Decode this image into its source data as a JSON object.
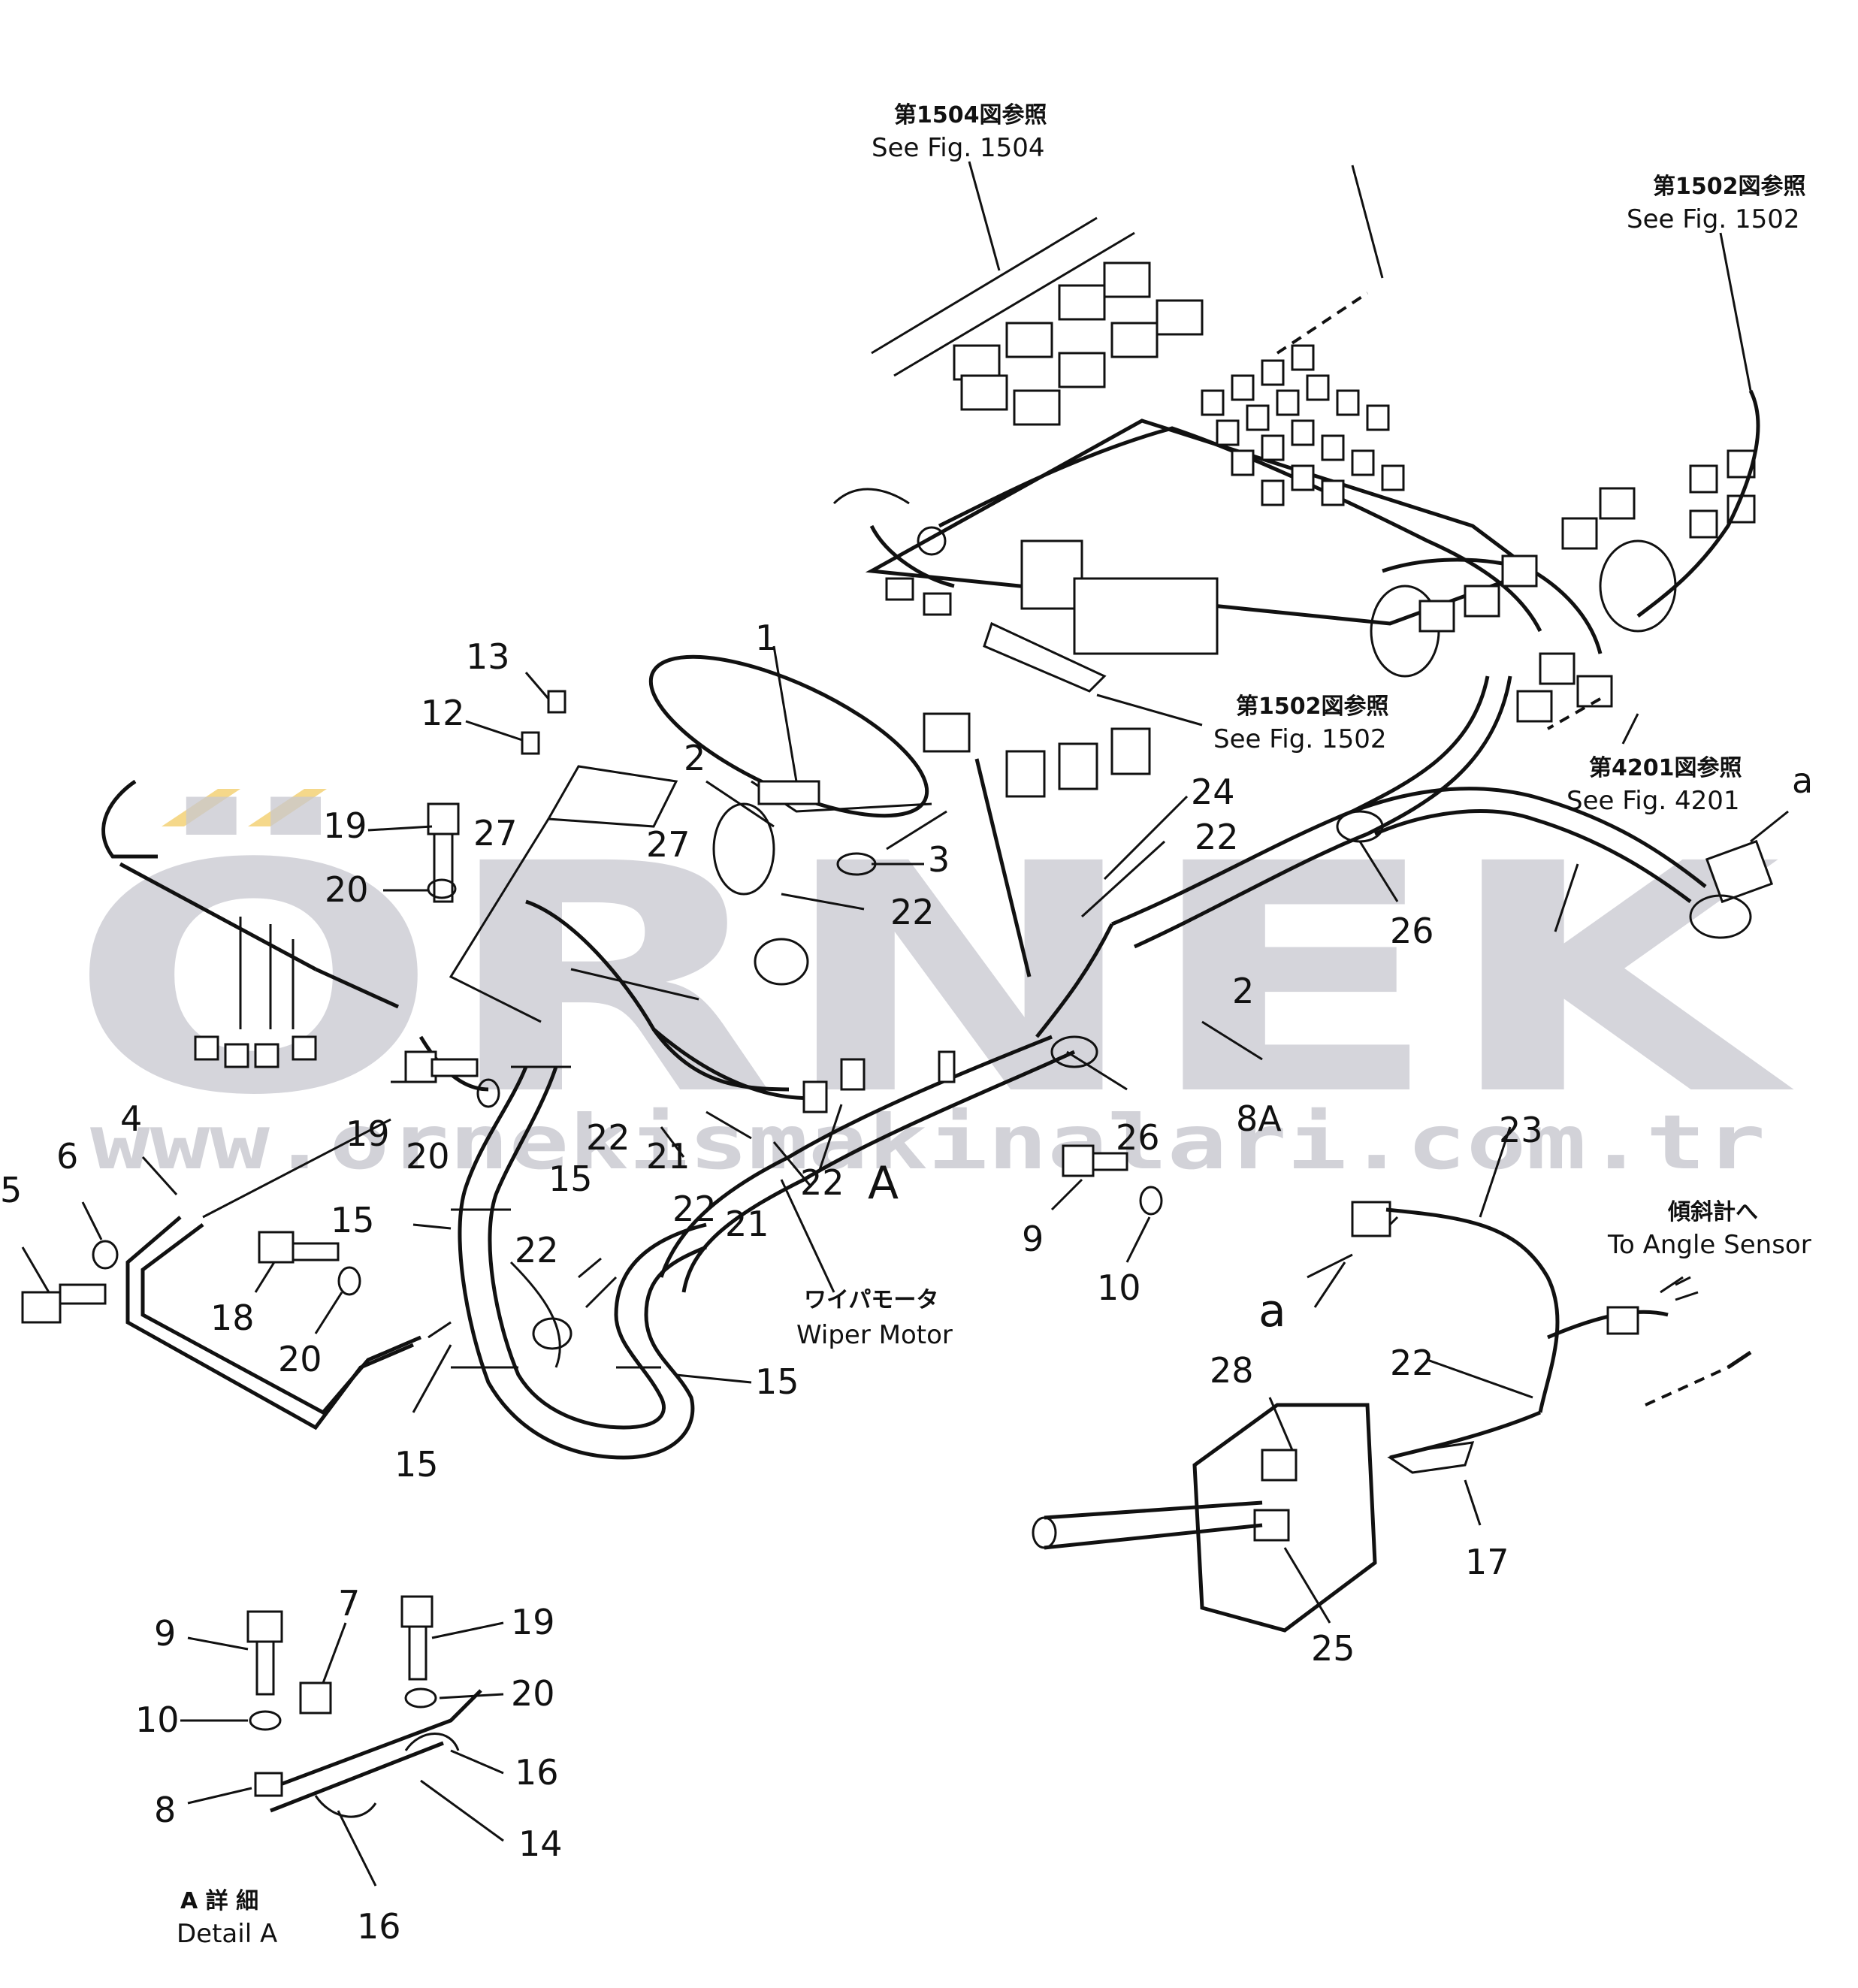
{
  "watermark": {
    "brand": "ÖRNEK",
    "url": "www.ornekismakinalari.com.tr"
  },
  "references": {
    "fig1504": {
      "jp": "第1504図参照",
      "en": "See Fig. 1504"
    },
    "fig1502_top": {
      "jp": "第1502図参照",
      "en": "See Fig. 1502"
    },
    "fig1502_mid": {
      "jp": "第1502図参照",
      "en": "See Fig. 1502"
    },
    "fig4201": {
      "jp": "第4201図参照",
      "en": "See Fig. 4201"
    },
    "wiper": {
      "jp": "ワイパモータ",
      "en": "Wiper Motor"
    },
    "angle": {
      "jp": "傾斜計へ",
      "en": "To Angle Sensor"
    },
    "detail": {
      "jp": "A 詳 細",
      "en": "Detail A"
    }
  },
  "callouts": {
    "c1": "1",
    "c2": "2",
    "c2b": "2",
    "c3": "3",
    "c4": "4",
    "c5": "5",
    "c6": "6",
    "c7": "7",
    "c8": "8",
    "c8a": "8A",
    "c9": "9",
    "c9b": "9",
    "c10": "10",
    "c10b": "10",
    "c12": "12",
    "c13": "13",
    "c14": "14",
    "c15a": "15",
    "c15b": "15",
    "c15c": "15",
    "c15d": "15",
    "c16a": "16",
    "c16b": "16",
    "c17": "17",
    "c18": "18",
    "c19a": "19",
    "c19b": "19",
    "c19c": "19",
    "c20a": "20",
    "c20b": "20",
    "c20c": "20",
    "c20d": "20",
    "c21a": "21",
    "c21b": "21",
    "c22a": "22",
    "c22b": "22",
    "c22c": "22",
    "c22d": "22",
    "c22e": "22",
    "c22f": "22",
    "c22g": "22",
    "c23": "23",
    "c24": "24",
    "c25": "25",
    "c26a": "26",
    "c26b": "26",
    "c27a": "27",
    "c27b": "27",
    "c28": "28",
    "cA": "A",
    "ca1": "a",
    "ca2": "a"
  }
}
